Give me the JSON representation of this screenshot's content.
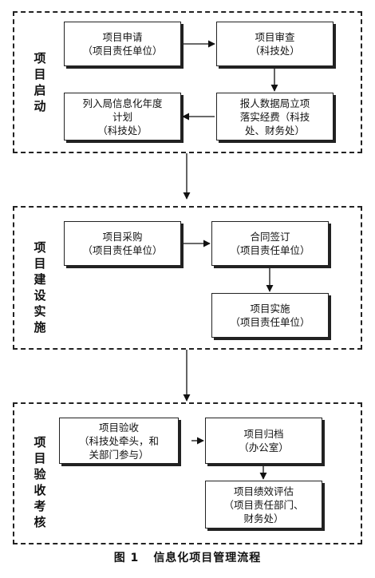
{
  "phases": [
    {
      "label": "项目启动",
      "boxes": [
        {
          "line1": "项目申请",
          "line2": "（项目责任单位）"
        },
        {
          "line1": "项目审查",
          "line2": "（科技处）"
        },
        {
          "line1": "报人数据局立项",
          "line2": "落实经费（科技",
          "line3": "处、财务处）"
        },
        {
          "line1": "列入局信息化年度",
          "line2": "计划",
          "line3": "（科技处）"
        }
      ]
    },
    {
      "label": "项目建设实施",
      "boxes": [
        {
          "line1": "项目采购",
          "line2": "（项目责任单位）"
        },
        {
          "line1": "合同签订",
          "line2": "（项目责任单位）"
        },
        {
          "line1": "项目实施",
          "line2": "（项目责任单位）"
        }
      ]
    },
    {
      "label": "项目验收考核",
      "boxes": [
        {
          "line1": "项目验收",
          "line2": "（科技处牵头，和",
          "line3": "关部门参与）"
        },
        {
          "line1": "项目归档",
          "line2": "（办公室）"
        },
        {
          "line1": "项目绩效评估",
          "line2": "（项目责任部门、",
          "line3": "财务处）"
        }
      ]
    }
  ],
  "caption": {
    "number": "图 1",
    "title": "信息化项目管理流程"
  }
}
